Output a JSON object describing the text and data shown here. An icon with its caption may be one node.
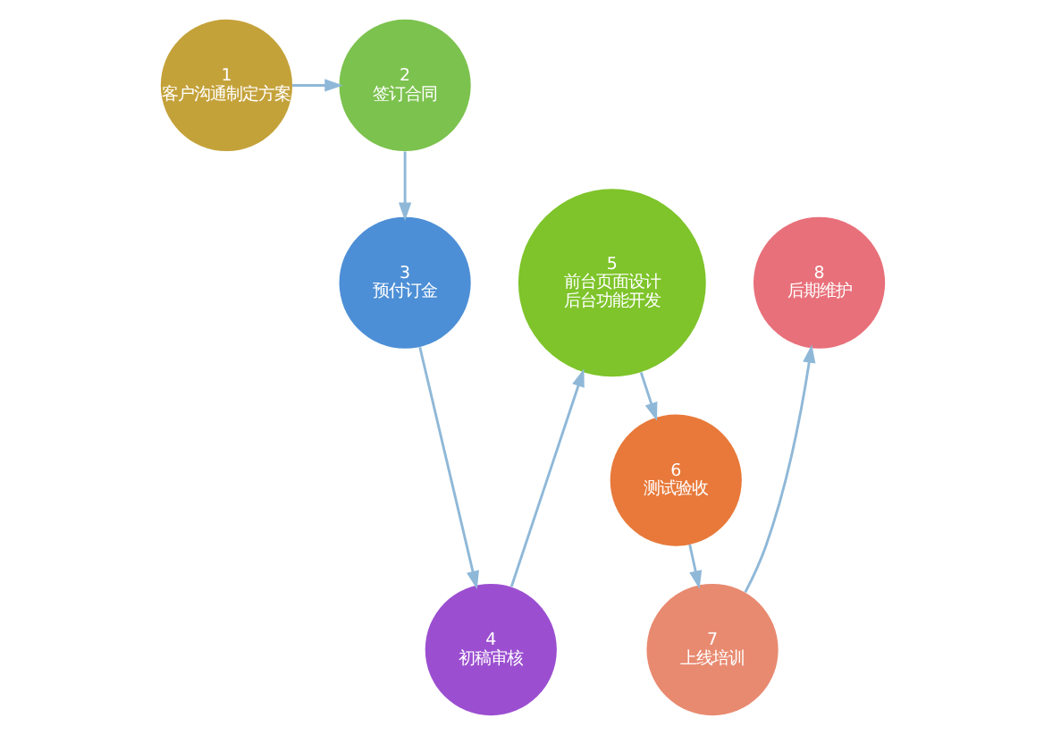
{
  "diagram": {
    "nodes": [
      {
        "text": [
          "1",
          "客户沟通制定方案"
        ]
      },
      {
        "text": [
          "2",
          "签订合同"
        ]
      },
      {
        "text": [
          "3",
          "预付订金"
        ]
      },
      {
        "text": [
          "4",
          "初稿审核"
        ]
      },
      {
        "text": [
          "5",
          "前台页面设计",
          "后台功能开发"
        ]
      },
      {
        "text": [
          "6",
          "测试验收"
        ]
      },
      {
        "text": [
          "7",
          "上线培训"
        ]
      },
      {
        "text": [
          "8",
          "后期维护"
        ]
      }
    ],
    "edges": [
      {
        "from": 0,
        "to": 1,
        "arrow": "to"
      },
      {
        "from": 1,
        "to": 2,
        "arrow": "to"
      },
      {
        "from": 2,
        "to": 3,
        "arrow": "to"
      },
      {
        "from": 3,
        "to": 4,
        "arrow": "to"
      },
      {
        "from": 4,
        "to": 5,
        "arrow": "to"
      },
      {
        "from": 5,
        "to": 6,
        "arrow": "to"
      },
      {
        "from": 6,
        "to": 7,
        "arrow": "to"
      }
    ]
  }
}
